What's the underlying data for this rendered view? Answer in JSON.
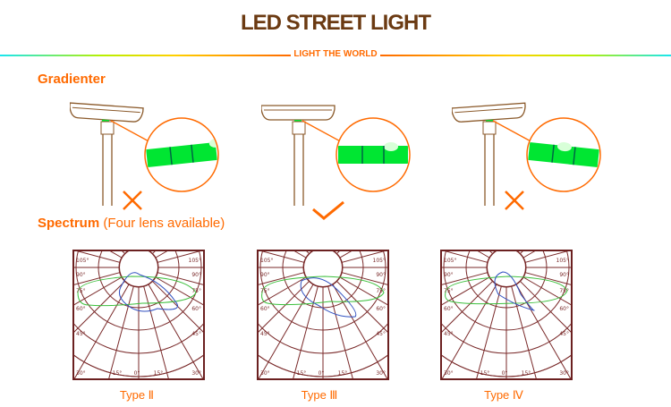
{
  "header": {
    "title": "LED STREET LIGHT",
    "tagline": "LIGHT THE WORLD"
  },
  "gradienter": {
    "heading": "Gradienter",
    "items": [
      {
        "result": "incorrect",
        "tilt": "left"
      },
      {
        "result": "correct",
        "tilt": "level"
      },
      {
        "result": "incorrect",
        "tilt": "right"
      }
    ]
  },
  "spectrum": {
    "heading": "Spectrum",
    "subheading": "(Four lens available)",
    "side_labels": [
      "105°",
      "90°",
      "75°",
      "60°",
      "45°",
      "30°"
    ],
    "bottom_labels": [
      "30°",
      "15°",
      "0°",
      "15°",
      "30°"
    ],
    "types": [
      {
        "label": "Type Ⅱ"
      },
      {
        "label": "Type Ⅲ"
      },
      {
        "label": "Type Ⅳ"
      }
    ]
  },
  "colors": {
    "accent": "#ff6a00",
    "brown": "#6b3a12",
    "grid": "#7a2a2a",
    "level": "#00e632"
  }
}
